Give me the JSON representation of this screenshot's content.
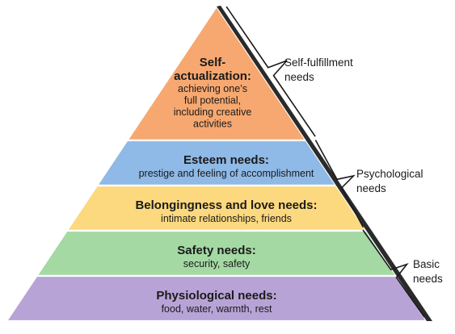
{
  "levels": [
    {
      "id": "self-actualization",
      "title_lines": [
        "Self-",
        "actualization:"
      ],
      "desc_lines": [
        "achieving one’s",
        "full potential,",
        "including creative",
        "activities"
      ],
      "color": "#f7a870"
    },
    {
      "id": "esteem",
      "title_lines": [
        "Esteem needs:"
      ],
      "desc_lines": [
        "prestige and feeling of accomplishment"
      ],
      "color": "#8fb9e6"
    },
    {
      "id": "belongingness",
      "title_lines": [
        "Belongingness and love needs:"
      ],
      "desc_lines": [
        "intimate relationships, friends"
      ],
      "color": "#fcd97e"
    },
    {
      "id": "safety",
      "title_lines": [
        "Safety needs:"
      ],
      "desc_lines": [
        "security, safety"
      ],
      "color": "#a5d9a4"
    },
    {
      "id": "physiological",
      "title_lines": [
        "Physiological needs:"
      ],
      "desc_lines": [
        "food, water, warmth, rest"
      ],
      "color": "#b8a3d6"
    }
  ],
  "groups": [
    {
      "id": "self-fulfillment",
      "label_lines": [
        "Self-fulfillment",
        "needs"
      ]
    },
    {
      "id": "psychological",
      "label_lines": [
        "Psychological",
        "needs"
      ]
    },
    {
      "id": "basic",
      "label_lines": [
        "Basic",
        "needs"
      ]
    }
  ]
}
